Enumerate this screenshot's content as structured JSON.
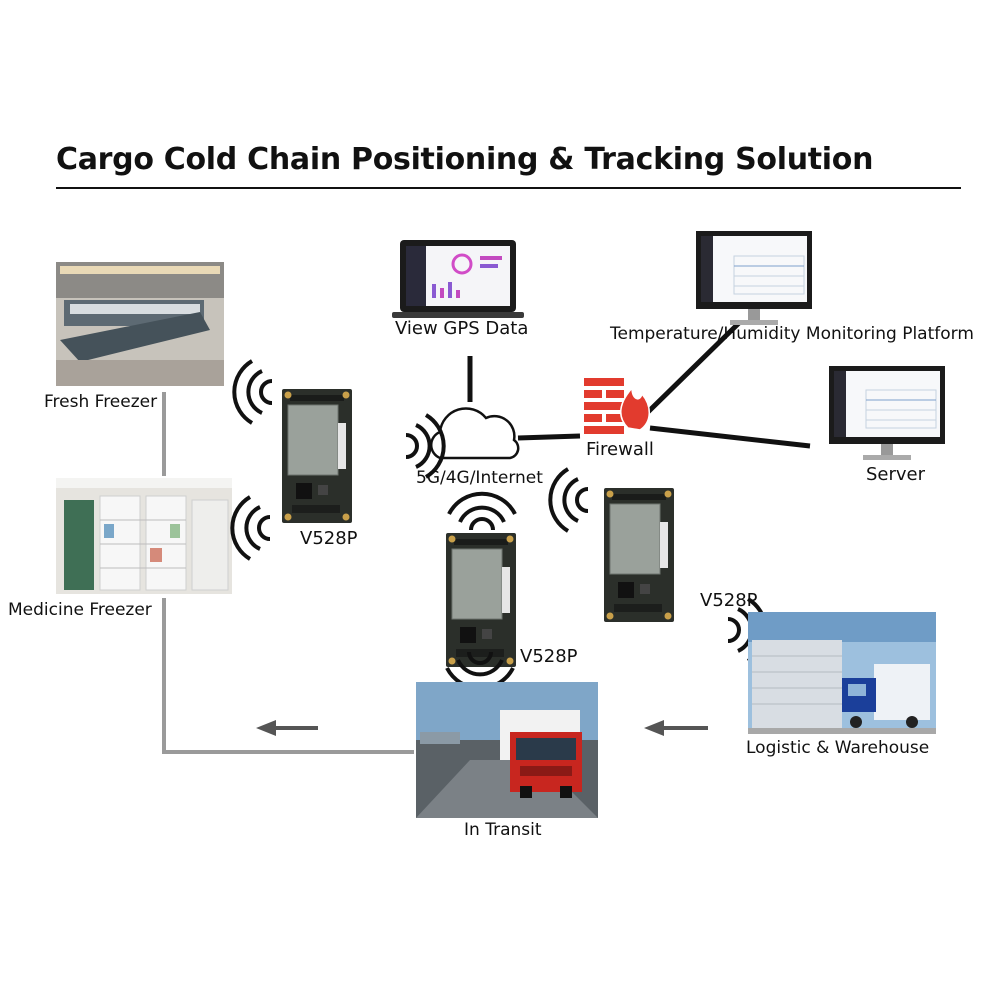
{
  "title": "Cargo Cold Chain Positioning & Tracking Solution",
  "labels": {
    "fresh_freezer": "Fresh Freezer",
    "medicine_freezer": "Medicine Freezer",
    "view_gps": "View GPS Data",
    "temp_humidity": "Temperature/Humidity Monitoring Platform",
    "firewall": "Firewall",
    "server": "Server",
    "internet": "5G/4G/Internet",
    "module_1": "V528P",
    "module_2": "V528P",
    "module_3": "V528P",
    "logistic": "Logistic & Warehouse",
    "in_transit": "In Transit"
  },
  "colors": {
    "ink": "#111111",
    "pcb": "#2b2f2a",
    "shield": "#9aa19b",
    "firewall_red": "#e23b2e",
    "truck_red": "#c8261f",
    "flow_line": "#9a9a9a",
    "sky": "#7fa6c8"
  },
  "icons": [
    "cloud-icon",
    "firewall-icon",
    "laptop-icon",
    "monitor-icon",
    "wifi-signal-icon",
    "arrow-left-icon"
  ]
}
